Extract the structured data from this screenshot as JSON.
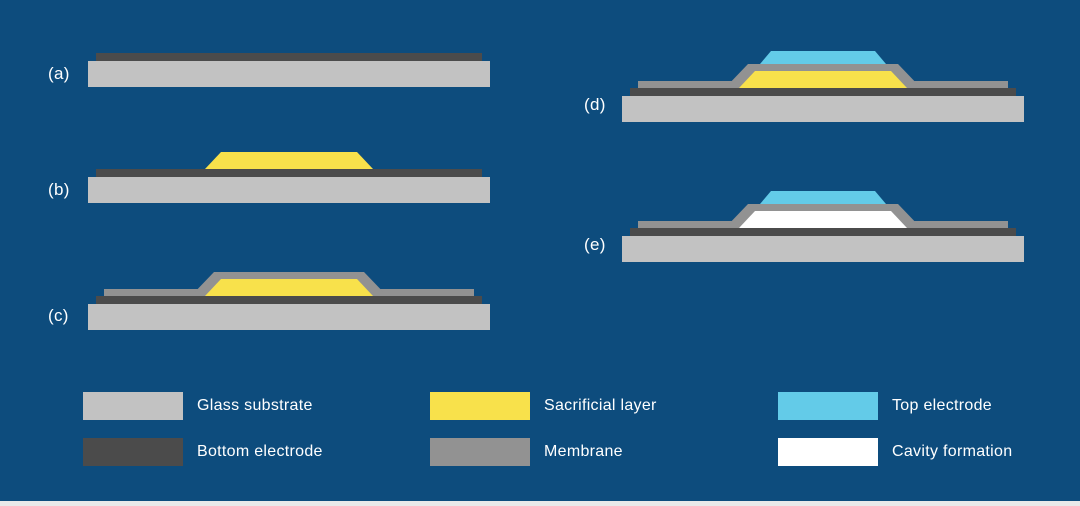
{
  "background": "#0d4c7d",
  "colors": {
    "glass_substrate": "#c2c2c2",
    "bottom_electrode": "#4b4b4b",
    "sacrificial_layer": "#f8e14b",
    "membrane": "#929292",
    "top_electrode": "#63cbe8",
    "cavity": "#ffffff"
  },
  "steps": [
    {
      "label": "(a)",
      "layers": [
        "glass_substrate",
        "bottom_electrode"
      ]
    },
    {
      "label": "(b)",
      "layers": [
        "glass_substrate",
        "bottom_electrode",
        "sacrificial_layer"
      ]
    },
    {
      "label": "(c)",
      "layers": [
        "glass_substrate",
        "bottom_electrode",
        "membrane",
        "sacrificial_layer"
      ]
    },
    {
      "label": "(d)",
      "layers": [
        "glass_substrate",
        "bottom_electrode",
        "membrane",
        "sacrificial_layer",
        "top_electrode"
      ]
    },
    {
      "label": "(e)",
      "layers": [
        "glass_substrate",
        "bottom_electrode",
        "membrane",
        "cavity",
        "top_electrode"
      ]
    }
  ],
  "legend": [
    {
      "label": "Glass substrate",
      "color_key": "glass_substrate"
    },
    {
      "label": "Bottom electrode",
      "color_key": "bottom_electrode"
    },
    {
      "label": "Sacrificial layer",
      "color_key": "sacrificial_layer"
    },
    {
      "label": "Membrane",
      "color_key": "membrane"
    },
    {
      "label": "Top electrode",
      "color_key": "top_electrode"
    },
    {
      "label": "Cavity formation",
      "color_key": "cavity"
    }
  ]
}
